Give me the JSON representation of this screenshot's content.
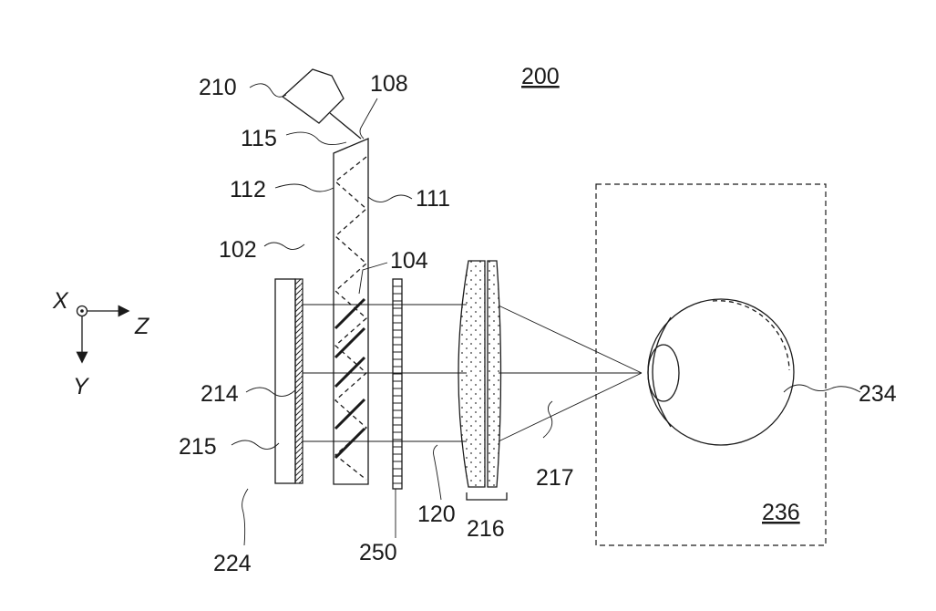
{
  "labels": {
    "figure": "200",
    "projector": "210",
    "waveguide": "102",
    "out_end": "108",
    "coupler": "115",
    "surface_left": "112",
    "surface_right": "111",
    "reflectors": "104",
    "retarder": "214",
    "polarizer": "215",
    "assembly": "224",
    "grating": "250",
    "beam": "120",
    "lens_group": "216",
    "cone": "217",
    "eye": "234",
    "eyebox": "236",
    "axis_x": "X",
    "axis_y": "Y",
    "axis_z": "Z"
  }
}
